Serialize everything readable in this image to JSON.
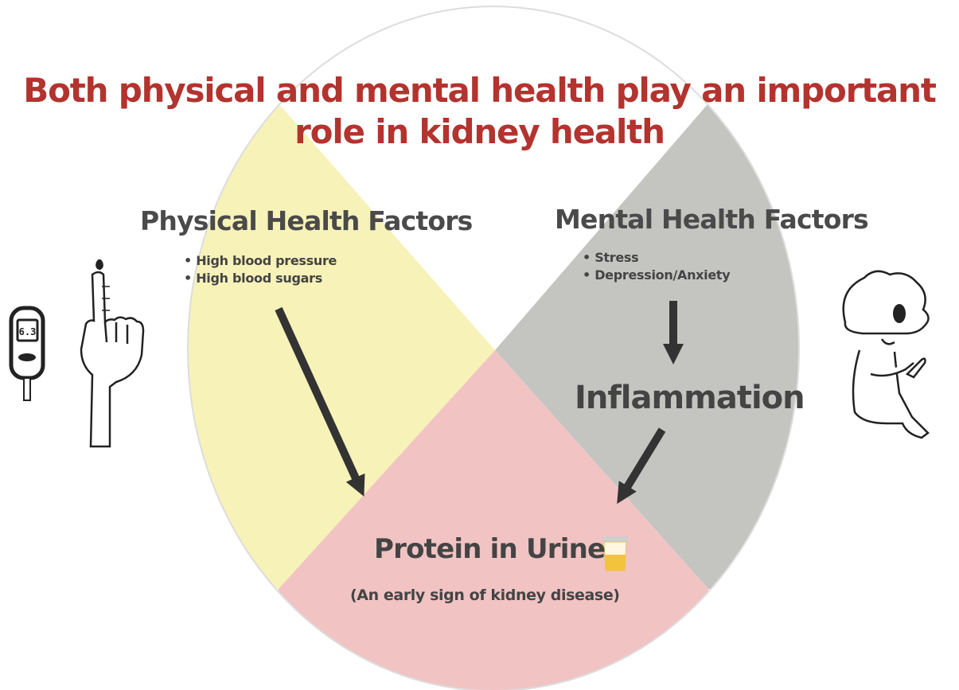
{
  "title": "Both physical and mental health play an important role in kidney health",
  "physical": {
    "heading": "Physical Health Factors",
    "items": [
      "High blood pressure",
      "High blood sugars"
    ]
  },
  "mental": {
    "heading": "Mental Health Factors",
    "items": [
      "Stress",
      "Depression/Anxiety"
    ],
    "result": "Inflammation"
  },
  "outcome": {
    "label": "Protein in Urine",
    "sublabel": "(An early sign of kidney disease)"
  },
  "glucose_meter": {
    "reading": "6.3"
  },
  "colors": {
    "title": "#b3332e",
    "physical_region": "#f7f2b8",
    "mental_region": "#c4c5c1",
    "outcome_region": "#f2c3c3",
    "circle_outline": "#dddddd",
    "arrow": "#333333"
  }
}
